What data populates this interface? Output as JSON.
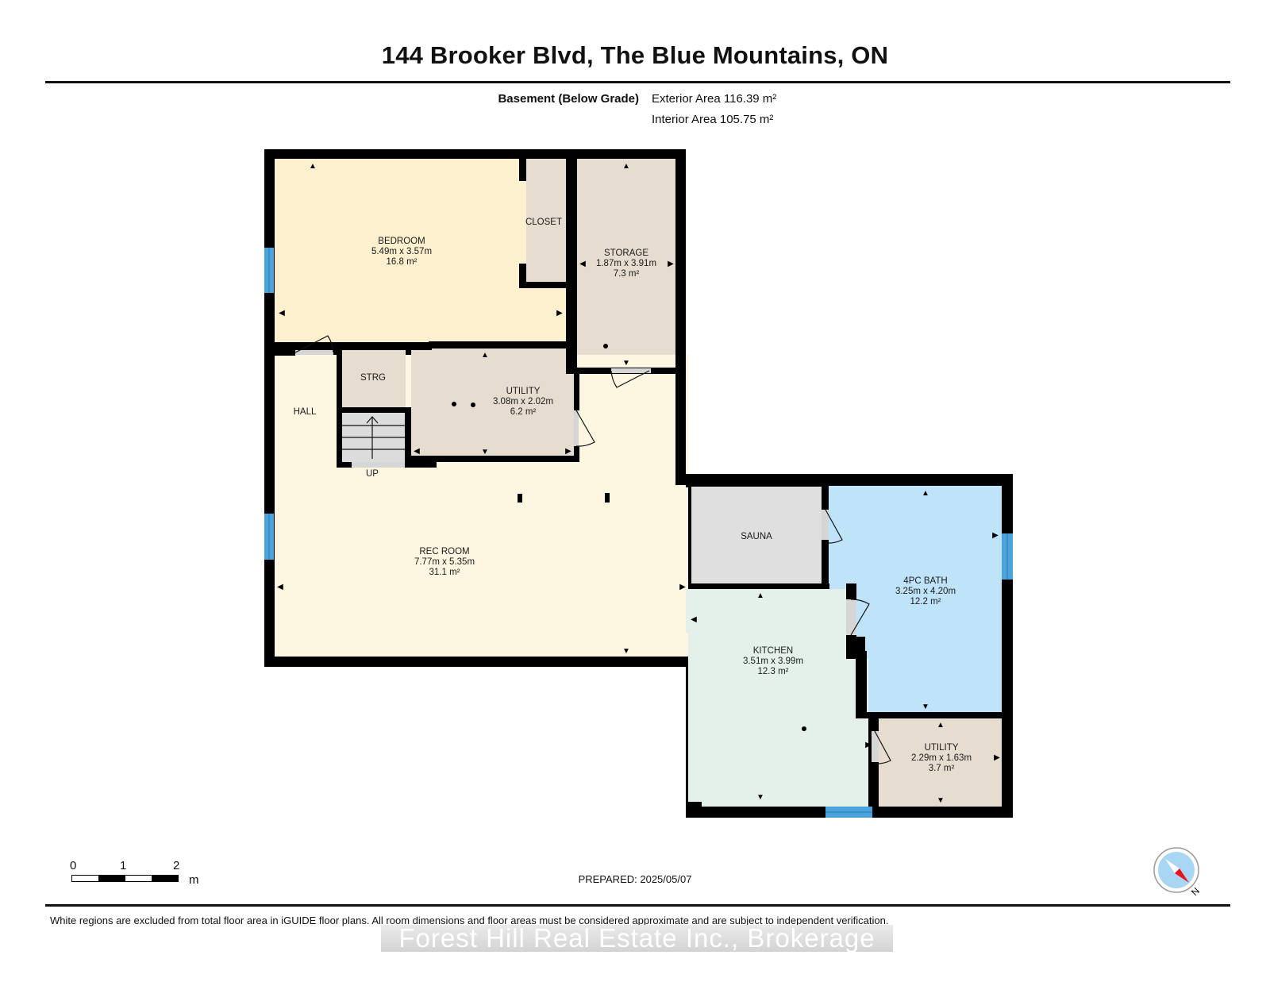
{
  "header": {
    "title": "144 Brooker Blvd, The Blue Mountains, ON",
    "level": "Basement (Below Grade)",
    "exterior_area": "Exterior Area 116.39 m²",
    "interior_area": "Interior Area 105.75 m²"
  },
  "rooms": [
    {
      "id": "bedroom",
      "name": "BEDROOM",
      "dims": "5.49m x 3.57m",
      "area": "16.8 m²",
      "color": "#fdf0cf"
    },
    {
      "id": "closet",
      "name": "CLOSET",
      "dims": "",
      "area": "",
      "color": "#e6ddd0"
    },
    {
      "id": "storage",
      "name": "STORAGE",
      "dims": "1.87m x 3.91m",
      "area": "7.3 m²",
      "color": "#e6ddd0"
    },
    {
      "id": "strg",
      "name": "STRG",
      "dims": "",
      "area": "",
      "color": "#e6ddd0"
    },
    {
      "id": "hall",
      "name": "HALL",
      "dims": "",
      "area": "",
      "color": "#fdf6e1"
    },
    {
      "id": "utility1",
      "name": "UTILITY",
      "dims": "3.08m x 2.02m",
      "area": "6.2 m²",
      "color": "#e6ddd0"
    },
    {
      "id": "rec_room",
      "name": "REC ROOM",
      "dims": "7.77m x 5.35m",
      "area": "31.1 m²",
      "color": "#fdf6e1"
    },
    {
      "id": "sauna",
      "name": "SAUNA",
      "dims": "",
      "area": "",
      "color": "#dfdfdf"
    },
    {
      "id": "bath",
      "name": "4PC BATH",
      "dims": "3.25m x 4.20m",
      "area": "12.2 m²",
      "color": "#bfe3f9"
    },
    {
      "id": "kitchen",
      "name": "KITCHEN",
      "dims": "3.51m x 3.99m",
      "area": "12.3 m²",
      "color": "#e3f1ea"
    },
    {
      "id": "utility2",
      "name": "UTILITY",
      "dims": "2.29m x 1.63m",
      "area": "3.7 m²",
      "color": "#e6ddd0"
    }
  ],
  "stairs": {
    "label": "UP"
  },
  "scale_bar": {
    "ticks": [
      "0",
      "1",
      "2"
    ],
    "unit": "m"
  },
  "prepared": "PREPARED: 2025/05/07",
  "compass": {
    "label": "N"
  },
  "footer": {
    "disclaimer": "White regions are excluded from total floor area in iGUIDE floor plans. All room dimensions and floor areas must be considered approximate and are subject to independent verification.",
    "watermark": "Forest Hill Real Estate Inc., Brokerage"
  },
  "colors": {
    "wall": "#000000",
    "window": "#4aa3dc",
    "door": "#d6d6d6"
  }
}
